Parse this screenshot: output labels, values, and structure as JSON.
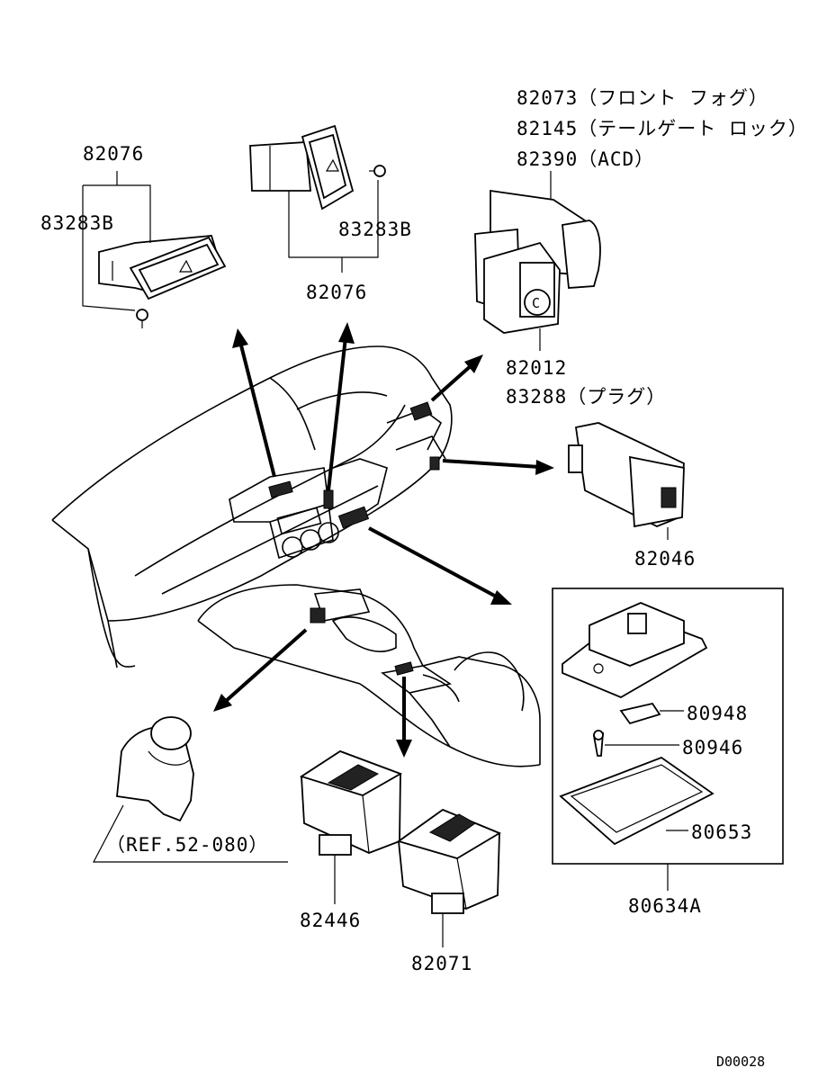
{
  "labels": {
    "p82076_left": "82076",
    "p83283b_left": "83283B",
    "p83283b_center": "83283B",
    "p82076_center": "82076",
    "p82073": "82073（フロント フォグ）",
    "p82145": "82145（テールゲート ロック）",
    "p82390": "82390（ACD）",
    "p82012": "82012",
    "p83288": "83288（プラグ）",
    "p82046": "82046",
    "p80948": "80948",
    "p80946": "80946",
    "p80653": "80653",
    "p80634a": "80634A",
    "ref": "（REF.52-080）",
    "p82446": "82446",
    "p82071": "82071",
    "diagram_code": "D00028"
  }
}
